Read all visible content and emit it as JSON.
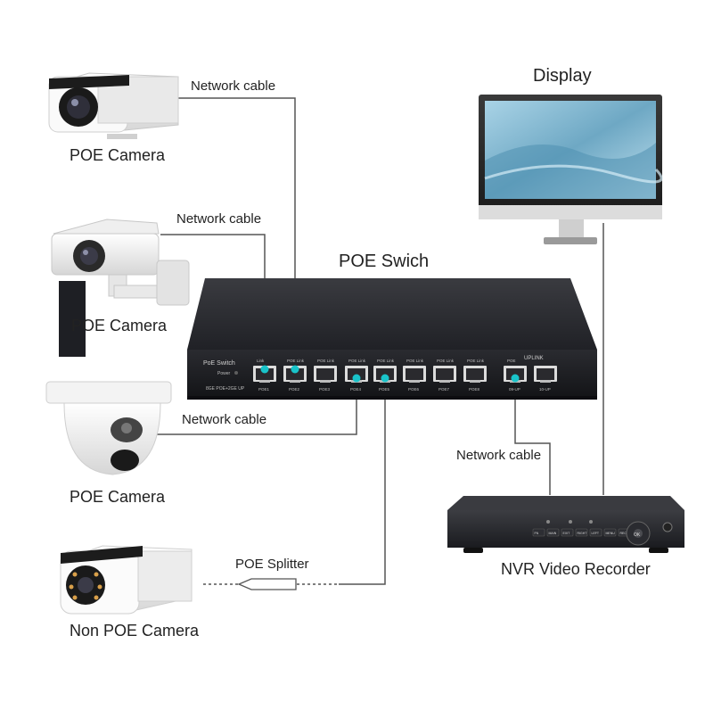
{
  "colors": {
    "line": "#555555",
    "port_led": "#19c3c9",
    "device_dark": "#1e1f24",
    "camera_white": "#f2f2f2",
    "screen_blue": "#7fb6cf"
  },
  "labels": {
    "camera1": "POE Camera",
    "camera2": "POE Camera",
    "camera3": "POE Camera",
    "camera4": "Non POE Camera",
    "cable1": "Network cable",
    "cable2": "Network cable",
    "cable3": "Network cable",
    "cable_nvr": "Network cable",
    "splitter": "POE Splitter",
    "switch": "POE Swich",
    "display": "Display",
    "nvr": "NVR Video Recorder"
  },
  "switch_panel": {
    "brand": "PoE Switch",
    "power": "Power",
    "model": "8GE POE+2GE UP",
    "uplink": "UPLINK",
    "port_top_labels": [
      "Link",
      "POE Link",
      "POE Link",
      "POE Link",
      "POE Link",
      "POE Link",
      "POE Link",
      "POE Link",
      "POE"
    ],
    "port_bottom_labels": [
      "POE1",
      "POE2",
      "POE3",
      "POE4",
      "POE5",
      "POE6",
      "POE7",
      "POE8",
      "09-UP",
      "10-UP"
    ]
  },
  "nvr_panel": {
    "buttons": [
      "FN",
      "MAIN",
      "EXIT",
      "RIGHT",
      "LEFT",
      "MENU",
      "REC"
    ],
    "dpad_center": "OK"
  }
}
